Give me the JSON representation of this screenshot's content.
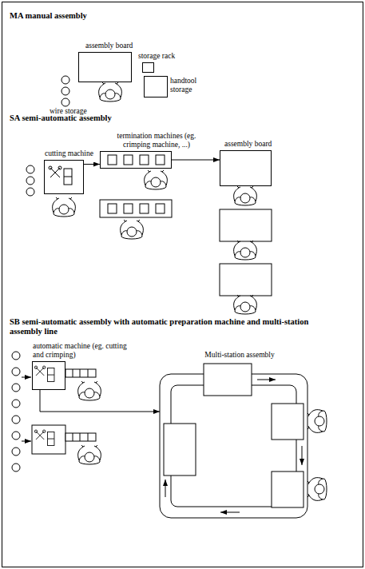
{
  "diagram": {
    "nodes": [
      {
        "text": [
          "assembly board"
        ]
      },
      {
        "text": [
          "storage rack"
        ]
      },
      {
        "text": [
          "handtool storage"
        ]
      },
      {
        "text": [
          "cutting machine"
        ]
      },
      {
        "text": [
          "termination machines (eg. crimping machine, ...)"
        ]
      },
      {
        "text": [
          "assembly board"
        ]
      },
      {
        "text": [
          "automatic machine (eg. cutting and crimping)"
        ]
      },
      {
        "text": [
          "Multi-station assembly"
        ]
      }
    ],
    "edges": [
      {
        "from": 3,
        "to": 4,
        "arrow": "to"
      },
      {
        "from": 4,
        "to": 5,
        "arrow": "to"
      },
      {
        "from": 6,
        "to": 7,
        "arrow": "to"
      }
    ],
    "labels": [
      "MA manual assembly",
      "wire storage",
      "SA semi-automatic assembly",
      "SB semi-automatic assembly with automatic preparation machine and multi-station assembly line"
    ]
  }
}
